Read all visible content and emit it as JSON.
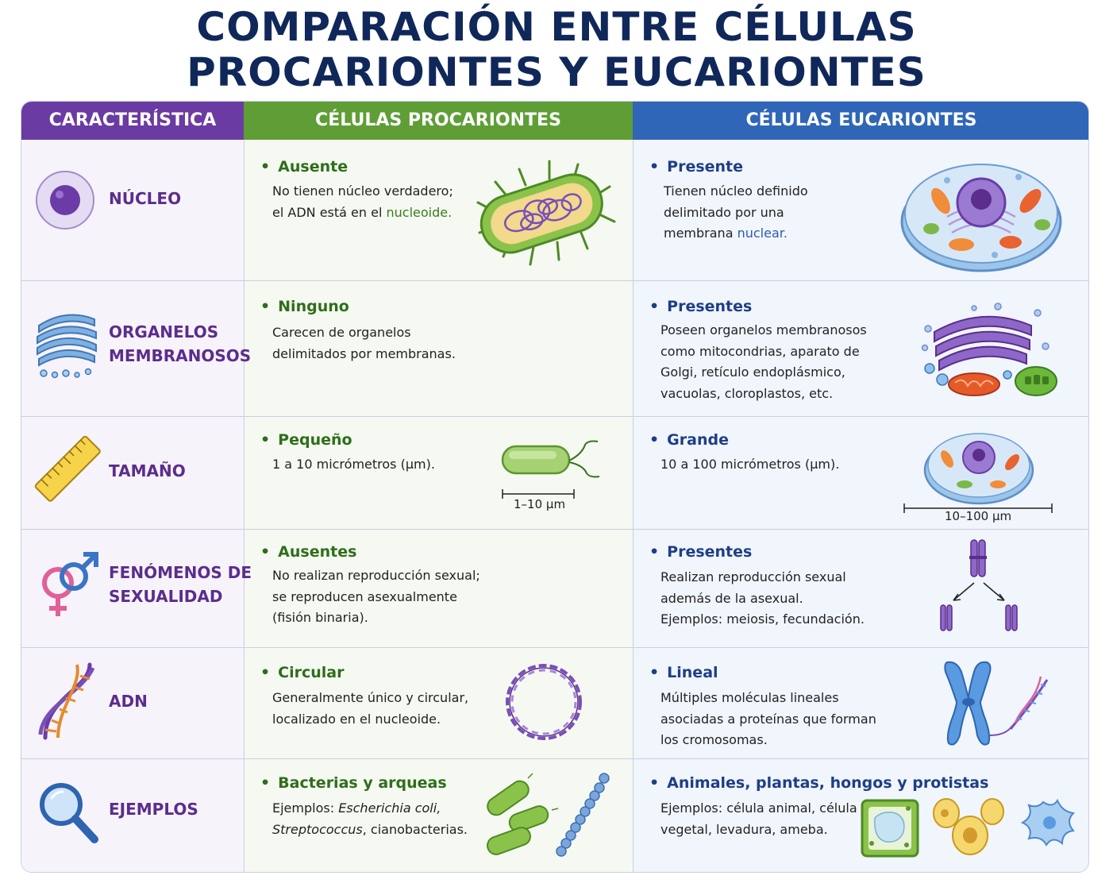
{
  "title": {
    "line1": "COMPARACIÓN ENTRE CÉLULAS",
    "line2": "PROCARIONTES Y EUCARIONTES"
  },
  "headers": {
    "feature": "CARACTERÍSTICA",
    "prokaryote": "CÉLULAS PROCARIONTES",
    "eukaryote": "CÉLULAS EUCARIONTES"
  },
  "colors": {
    "title": "#10275a",
    "purple": "#6a3ba3",
    "green": "#5f9e36",
    "blue": "#2f66b8"
  },
  "rows": [
    {
      "feature": "NÚCLEO",
      "icon": "nucleus-icon",
      "prok": {
        "heading": "Ausente",
        "line1": "No tienen núcleo verdadero;",
        "line2a": "el ADN está en el ",
        "line2b": "nucleoide."
      },
      "euk": {
        "heading": "Presente",
        "line1": "Tienen núcleo definido",
        "line2": "delimitado por una",
        "line3a": "membrana ",
        "line3b": "nuclear."
      }
    },
    {
      "feature1": "ORGANELOS",
      "feature2": "MEMBRANOSOS",
      "icon": "golgi-icon",
      "prok": {
        "heading": "Ninguno",
        "line1": "Carecen de organelos",
        "line2": "delimitados por membranas."
      },
      "euk": {
        "heading": "Presentes",
        "line1": "Poseen organelos membranosos",
        "line2": "como mitocondrias, aparato de",
        "line3": "Golgi, retículo endoplásmico,",
        "line4": "vacuolas, cloroplastos, etc."
      }
    },
    {
      "feature": "TAMAÑO",
      "icon": "ruler-icon",
      "prok": {
        "heading": "Pequeño",
        "line1": "1 a 10 micrómetros (µm).",
        "scale": "1–10 µm"
      },
      "euk": {
        "heading": "Grande",
        "line1": "10 a 100 micrómetros (µm).",
        "scale": "10–100 µm"
      }
    },
    {
      "feature1": "FENÓMENOS DE",
      "feature2": "SEXUALIDAD",
      "icon": "gender-symbols-icon",
      "prok": {
        "heading": "Ausentes",
        "line1": "No realizan reproducción sexual;",
        "line2": "se reproducen asexualmente",
        "line3": "(fisión binaria)."
      },
      "euk": {
        "heading": "Presentes",
        "line1": "Realizan reproducción sexual",
        "line2": "además de la asexual.",
        "line3": "Ejemplos: meiosis, fecundación."
      }
    },
    {
      "feature": "ADN",
      "icon": "dna-icon",
      "prok": {
        "heading": "Circular",
        "line1": "Generalmente único y circular,",
        "line2": "localizado en el nucleoide."
      },
      "euk": {
        "heading": "Lineal",
        "line1": "Múltiples moléculas lineales",
        "line2": "asociadas a proteínas que forman",
        "line3": "los cromosomas."
      }
    },
    {
      "feature": "EJEMPLOS",
      "icon": "magnifier-icon",
      "prok": {
        "heading": "Bacterias y arqueas",
        "line1a": "Ejemplos: ",
        "line1b": "Escherichia coli,",
        "line2a": "Streptococcus",
        "line2b": ", cianobacterias."
      },
      "euk": {
        "heading": "Animales, plantas, hongos y protistas",
        "line1": "Ejemplos: célula animal, célula",
        "line2": "vegetal, levadura, ameba."
      }
    }
  ]
}
